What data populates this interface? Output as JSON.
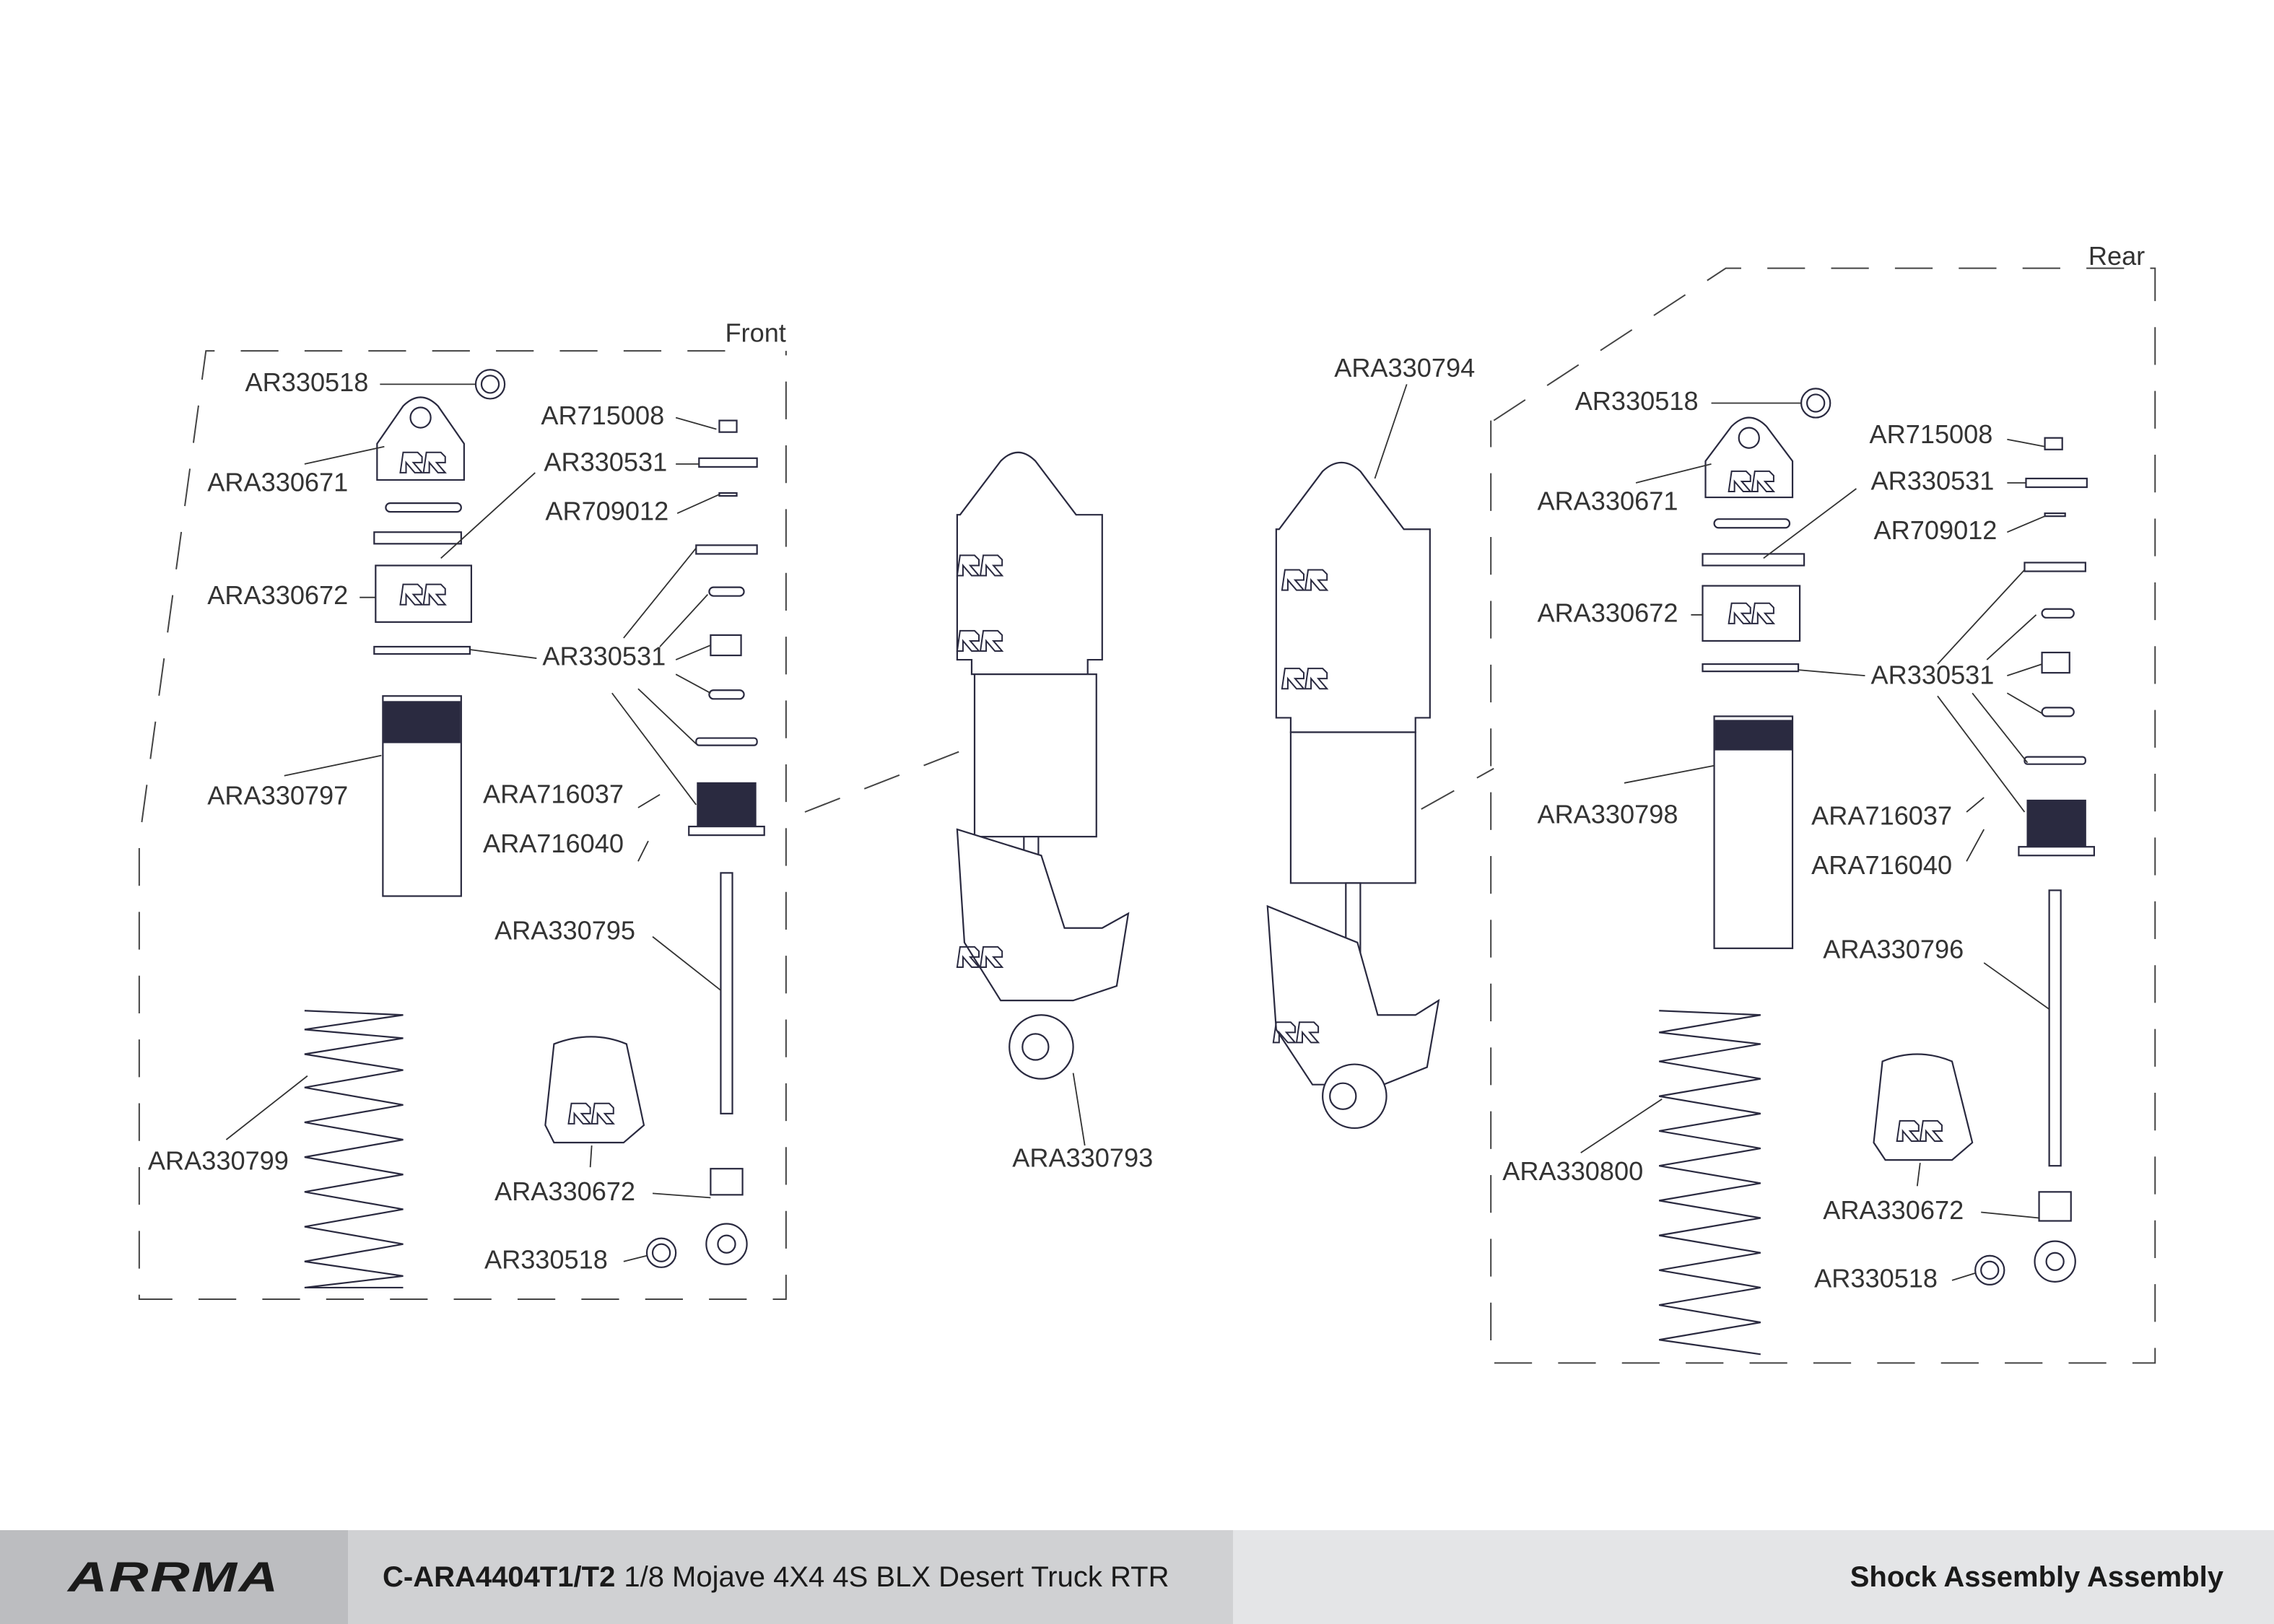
{
  "diagram": {
    "front": {
      "title": "Front",
      "labels": [
        "AR330518",
        "ARA330671",
        "AR715008",
        "AR330531",
        "AR709012",
        "ARA330672",
        "AR330531",
        "ARA330797",
        "ARA716037",
        "ARA716040",
        "ARA330795",
        "ARA330799",
        "ARA330672",
        "AR330518"
      ]
    },
    "center": {
      "labels": [
        "ARA330793",
        "ARA330794"
      ]
    },
    "rear": {
      "title": "Rear",
      "labels": [
        "AR330518",
        "AR715008",
        "AR330531",
        "ARA330671",
        "AR709012",
        "ARA330672",
        "AR330531",
        "ARA330798",
        "ARA716037",
        "ARA716040",
        "ARA330796",
        "ARA330800",
        "ARA330672",
        "AR330518"
      ]
    }
  },
  "footer": {
    "logo": "ARRMA",
    "part_number": "C-ARA4404T1/T2",
    "product": "1/8 Mojave 4X4 4S BLX Desert Truck RTR",
    "section": "Shock Assembly Assembly"
  }
}
